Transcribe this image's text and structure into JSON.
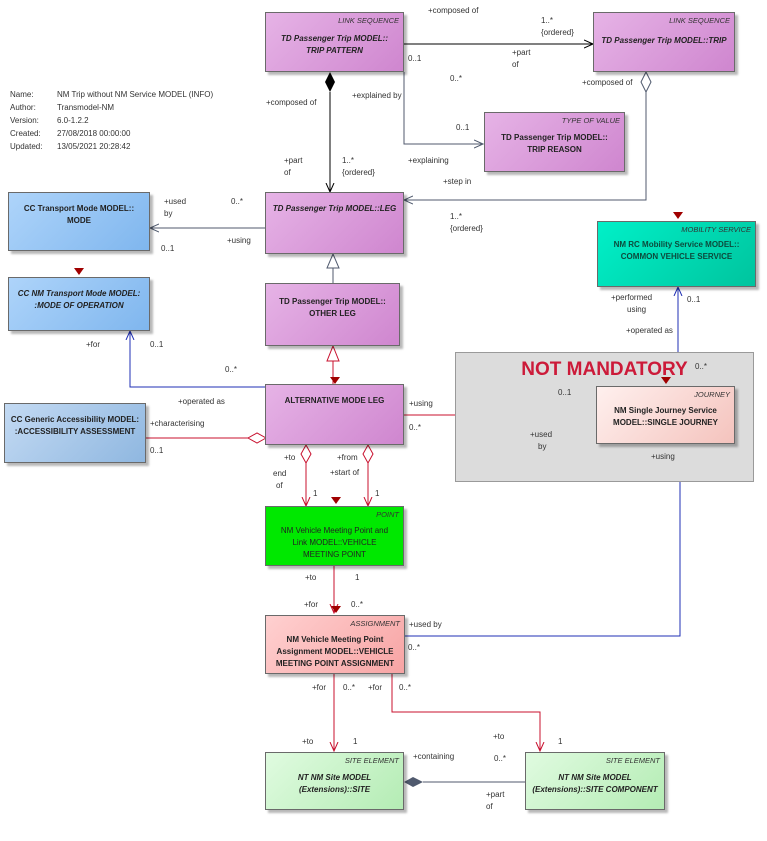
{
  "meta": {
    "name_label": "Name:",
    "name": "NM Trip without NM Service MODEL (INFO)",
    "author_label": "Author:",
    "author": "Transmodel-NM",
    "version_label": "Version:",
    "version": "6.0-1.2.2",
    "created_label": "Created:",
    "created": "27/08/2018 00:00:00",
    "updated_label": "Updated:",
    "updated": "13/05/2021 20:28:42"
  },
  "panel": {
    "title": "NOT MANDATORY"
  },
  "classes": {
    "trip_pattern": {
      "stereotype": "LINK SEQUENCE",
      "l1": "TD Passenger Trip MODEL::",
      "l2": "TRIP PATTERN"
    },
    "trip": {
      "stereotype": "LINK SEQUENCE",
      "l1": "TD Passenger Trip MODEL::TRIP"
    },
    "trip_reason": {
      "stereotype": "TYPE OF VALUE",
      "l1": "TD Passenger Trip MODEL::",
      "l2": "TRIP REASON"
    },
    "leg": {
      "l1": "TD Passenger Trip MODEL::LEG"
    },
    "mode": {
      "l1": "CC Transport Mode MODEL::",
      "l2": "MODE"
    },
    "mode_of_operation": {
      "l1": "CC NM Transport Mode MODEL:",
      "l2": ":MODE OF OPERATION"
    },
    "other_leg": {
      "l1": "TD Passenger Trip MODEL::",
      "l2": "OTHER LEG"
    },
    "alternative_mode_leg": {
      "l1": "ALTERNATIVE MODE LEG"
    },
    "accessibility_assessment": {
      "l1": "CC Generic Accessibility MODEL:",
      "l2": ":ACCESSIBILITY ASSESSMENT"
    },
    "common_vehicle_service": {
      "stereotype": "MOBILITY SERVICE",
      "l1": "NM RC Mobility Service MODEL::",
      "l2": "COMMON VEHICLE SERVICE"
    },
    "single_journey": {
      "stereotype": "JOURNEY",
      "l1": "NM Single Journey Service",
      "l2": "MODEL::SINGLE JOURNEY"
    },
    "vehicle_meeting_point": {
      "stereotype": "POINT",
      "l1": "NM Vehicle Meeting Point and",
      "l2": "Link MODEL::VEHICLE",
      "l3": "MEETING POINT"
    },
    "vmp_assignment": {
      "stereotype": "ASSIGNMENT",
      "l1": "NM Vehicle Meeting Point",
      "l2": "Assignment MODEL::VEHICLE",
      "l3": "MEETING POINT ASSIGNMENT"
    },
    "site": {
      "stereotype": "SITE ELEMENT",
      "l1": "NT NM Site MODEL",
      "l2": "(Extensions)::SITE"
    },
    "site_component": {
      "stereotype": "SITE ELEMENT",
      "l1": "NT NM Site MODEL",
      "l2": "(Extensions)::SITE COMPONENT"
    }
  },
  "labels": {
    "composed_of_top": "+composed of",
    "tp_trip_mult_1n": "1..*",
    "tp_trip_ordered": "{ordered}",
    "tp_trip_part": "+part",
    "tp_trip_of": "of",
    "tp_trip_01": "0..1",
    "tp_trip_0n": "0..*",
    "trip_composed_of": "+composed of",
    "tp_composed_of": "+composed of",
    "explained_by": "+explained by",
    "reason_01": "0..1",
    "explaining": "+explaining",
    "leg_part": "+part",
    "leg_of": "of",
    "leg_1n": "1..*",
    "leg_ordered": "{ordered}",
    "step_in": "+step in",
    "trip_leg_1n": "1..*",
    "trip_leg_ordered": "{ordered}",
    "mode_used": "+used",
    "mode_by": "by",
    "mode_0n": "0..*",
    "mode_01": "0..1",
    "mode_using": "+using",
    "moo_for": "+for",
    "moo_01": "0..1",
    "moo_0n": "0..*",
    "moo_operated_as": "+operated as",
    "aa_characterising": "+characterising",
    "aa_01": "0..1",
    "aml_using": "+using",
    "aml_0n": "0..*",
    "sj_01": "0..1",
    "sj_used": "+used",
    "sj_by": "by",
    "cvs_performed": "+performed",
    "cvs_using": "using",
    "cvs_01": "0..1",
    "cvs_operated_as": "+operated as",
    "cvs_0n": "0..*",
    "sj_using": "+using",
    "vmp_to": "+to",
    "vmp_end": "end",
    "vmp_of": "of",
    "vmp_1a": "1",
    "vmp_from": "+from",
    "vmp_start": "+start of",
    "vmp_1b": "1",
    "asg_to": "+to",
    "asg_1": "1",
    "asg_for": "+for",
    "asg_0n": "0..*",
    "asg_used_by": "+used by",
    "asg_0n_b": "0..*",
    "site_for": "+for",
    "site_0n": "0..*",
    "sc_for": "+for",
    "sc_0n": "0..*",
    "site_to": "+to",
    "site_1": "1",
    "sc_to": "+to",
    "sc_1": "1",
    "containing": "+containing",
    "containing_0n": "0..*",
    "sc_part": "+part",
    "sc_of": "of"
  },
  "colors": {
    "red_link": "#c8102e",
    "blue_link": "#1f2fb4",
    "gray_link": "#505a6e",
    "not_mandatory": "#cc1a39"
  }
}
